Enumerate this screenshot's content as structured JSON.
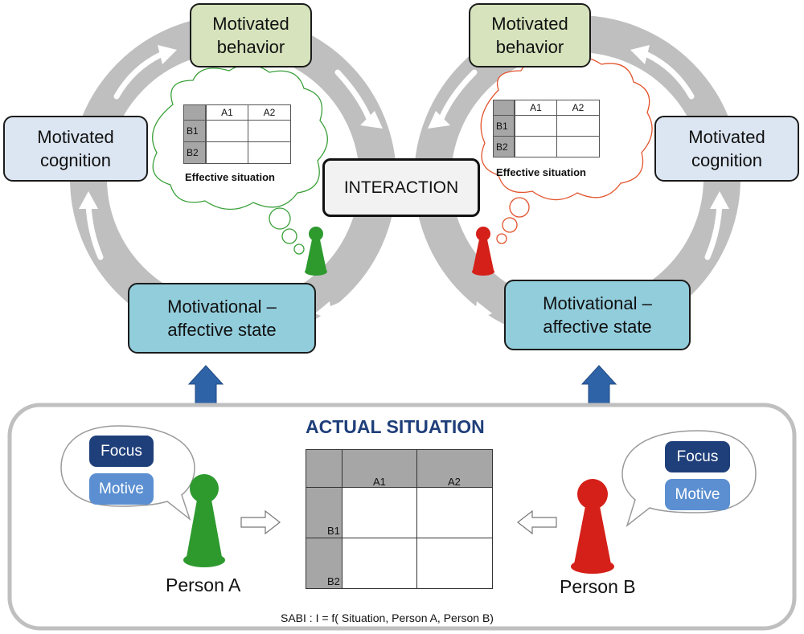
{
  "left_loop": {
    "behavior": "Motivated\nbehavior",
    "cognition": "Motivated\ncognition",
    "state": "Motivational –\naffective state",
    "thought_caption": "Effective situation",
    "table": {
      "cols": [
        "A1",
        "A2"
      ],
      "rows": [
        "B1",
        "B2"
      ]
    }
  },
  "right_loop": {
    "behavior": "Motivated\nbehavior",
    "cognition": "Motivated\ncognition",
    "state": "Motivational –\naffective state",
    "thought_caption": "Effective situation",
    "table": {
      "cols": [
        "A1",
        "A2"
      ],
      "rows": [
        "B1",
        "B2"
      ]
    }
  },
  "center": {
    "interaction": "INTERACTION"
  },
  "actual": {
    "title": "ACTUAL SITUATION",
    "table": {
      "cols": [
        "A1",
        "A2"
      ],
      "rows": [
        "B1",
        "B2"
      ]
    }
  },
  "person_a": {
    "name": "Person A",
    "focus": "Focus",
    "motive": "Motive"
  },
  "person_b": {
    "name": "Person B",
    "focus": "Focus",
    "motive": "Motive"
  },
  "formula": "SABI : I = f( Situation, Person A, Person B)",
  "colors": {
    "green_pawn": "#2e9a2e",
    "red_pawn": "#d42018",
    "loop": "#bfbfbf",
    "title": "#1f3f7a",
    "up_arrow": "#2f63a8"
  }
}
